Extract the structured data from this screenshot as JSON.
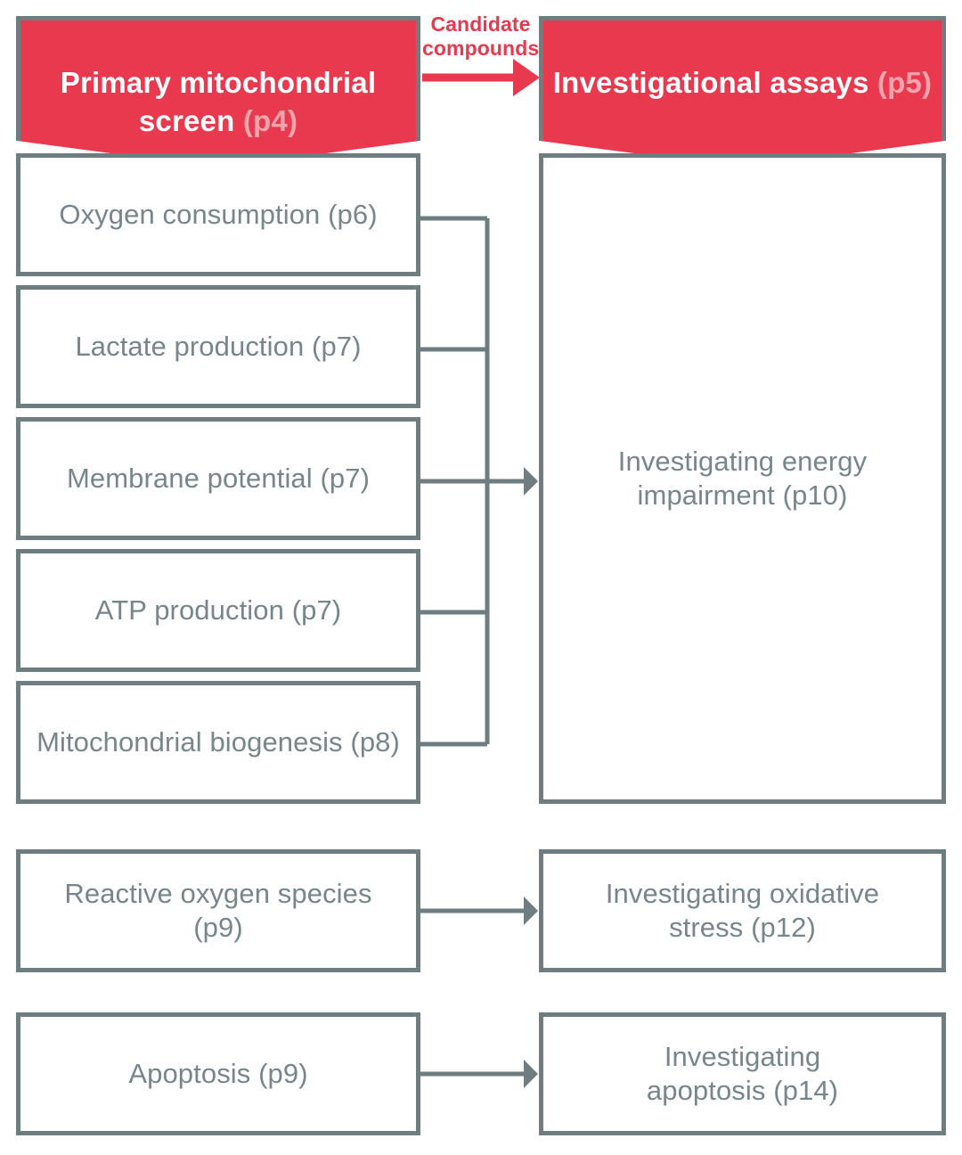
{
  "diagram": {
    "title": "Primary mitochondrial screen to investigational assays workflow",
    "colors": {
      "accent_red": "#e8394e",
      "banner_page_ref": "#f4a3ad",
      "box_border_gray": "#6e7d80",
      "box_text_gray": "#77868a",
      "background": "#ffffff"
    }
  },
  "banners": {
    "left": {
      "title": "Primary mitochondrial screen",
      "page_ref": "(p4)"
    },
    "right": {
      "title": "Investigational assays",
      "page_ref": "(p5)"
    }
  },
  "flow_label": {
    "line1": "Candidate",
    "line2": "compounds"
  },
  "screen_assays": [
    {
      "label": "Oxygen consumption",
      "page_ref": "(p6)"
    },
    {
      "label": "Lactate production",
      "page_ref": "(p7)"
    },
    {
      "label": "Membrane potential",
      "page_ref": "(p7)"
    },
    {
      "label": "ATP production",
      "page_ref": "(p7)"
    },
    {
      "label": "Mitochondrial biogenesis",
      "page_ref": "(p8)"
    },
    {
      "label": "Reactive oxygen species",
      "page_ref": "(p9)"
    },
    {
      "label": "Apoptosis",
      "page_ref": "(p9)"
    }
  ],
  "investigations": [
    {
      "label": "Investigating energy impairment",
      "page_ref": "(p10)"
    },
    {
      "label": "Investigating oxidative stress",
      "page_ref": "(p12)"
    },
    {
      "label": "Investigating apoptosis",
      "page_ref": "(p14)"
    }
  ]
}
